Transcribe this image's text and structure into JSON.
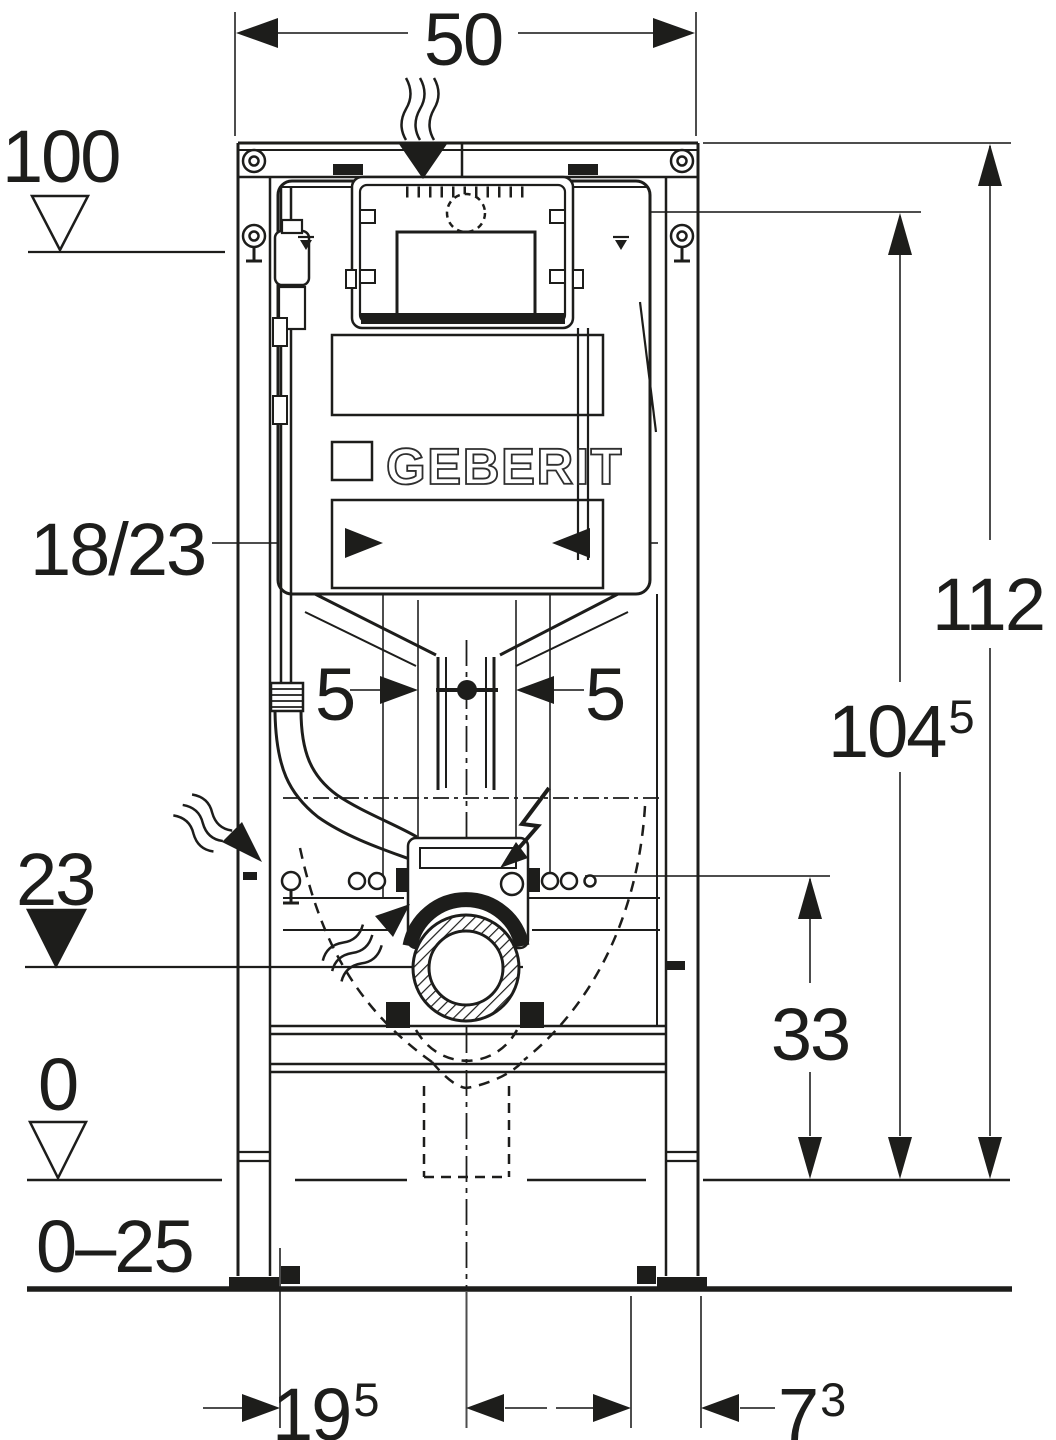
{
  "colors": {
    "line": "#1d1d1b",
    "dimension": "#4d4d4d",
    "background": "#ffffff"
  },
  "brand": {
    "logo_text": "GEBERIT"
  },
  "labels": {
    "frame_width": "50",
    "level_high": "100",
    "supply_zone": "18/23",
    "offset_left": "5",
    "offset_right": "5",
    "drain_level": "23",
    "zero_level": "0",
    "floor_buildup": "0–25",
    "total_height": "112",
    "supply_height": {
      "main": "104",
      "sup": "5"
    },
    "drain_support_height": "33",
    "drain_depth": {
      "main": "19",
      "sup": "5"
    },
    "front_edge": {
      "main": "7",
      "sup": "3"
    }
  }
}
